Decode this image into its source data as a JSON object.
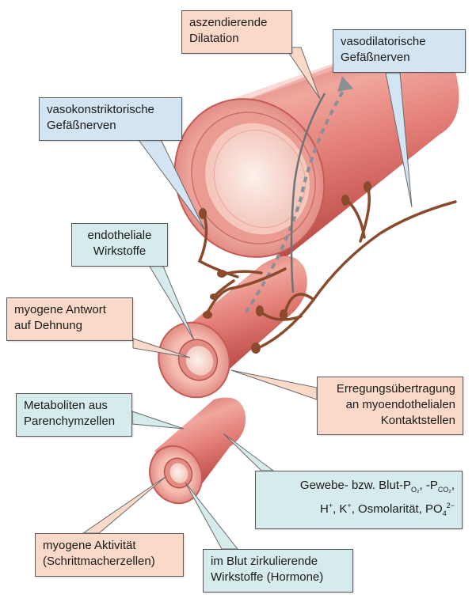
{
  "labels": {
    "aszendierende": {
      "lines": [
        "aszendierende",
        "Dilatation"
      ]
    },
    "vasodilatorische": {
      "lines": [
        "vasodilatorische",
        "Gefäßnerven"
      ]
    },
    "vasokonstriktorische": {
      "lines": [
        "vasokonstriktorische",
        "Gefäßnerven"
      ]
    },
    "endotheliale": {
      "lines": [
        "endotheliale",
        "Wirkstoffe"
      ]
    },
    "myogene_antwort": {
      "lines": [
        "myogene Antwort",
        "auf Dehnung"
      ]
    },
    "erregung": {
      "lines": [
        "Erregungsübertragung",
        "an myoendothelialen",
        "Kontaktstellen"
      ]
    },
    "metaboliten": {
      "lines": [
        "Metaboliten aus",
        "Parenchymzellen"
      ]
    },
    "gewebe": {
      "line1_prefix": "Gewebe- bzw. Blut-P",
      "sub_o2": "O₂",
      "line1_mid": ", -P",
      "sub_co2": "CO₂",
      "line1_suffix": ",",
      "h": "H",
      "plus1": "+",
      "sep1": ", K",
      "plus2": "+",
      "sep2": ", Osmolarität, PO",
      "sub_4": "4",
      "sup_charge": "2−"
    },
    "myogene_aktivitaet": {
      "lines": [
        "myogene Aktivität",
        "(Schrittmacherzellen)"
      ]
    },
    "im_blut": {
      "lines": [
        "im Blut zirkulierende",
        "Wirkstoffe (Hormone)"
      ]
    }
  },
  "colors": {
    "salmon_box": "#fbd9c8",
    "blue_box": "#d3e4f2",
    "teal_box": "#d6ebec",
    "vessel": "#e58a82",
    "vessel_dark": "#c9625e",
    "nerve": "#8b4a2b",
    "arrow": "#8a9096"
  }
}
